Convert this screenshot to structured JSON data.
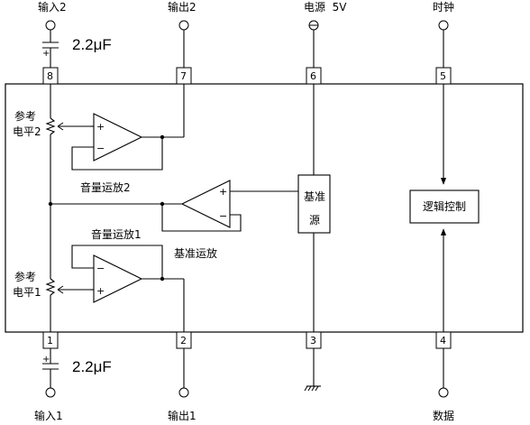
{
  "pins": {
    "p8": {
      "number": "8",
      "label": "输入2"
    },
    "p7": {
      "number": "7",
      "label": "输出2"
    },
    "p6": {
      "number": "6",
      "label": "电源  5V"
    },
    "p5": {
      "number": "5",
      "label": "时钟"
    },
    "p1": {
      "number": "1",
      "label": "输入1"
    },
    "p2": {
      "number": "2",
      "label": "输出1"
    },
    "p3": {
      "number": "3"
    },
    "p4": {
      "number": "4",
      "label": "数据"
    }
  },
  "capacitors": {
    "top": {
      "value": "2.2μF",
      "polarity": "+"
    },
    "bottom": {
      "value": "2.2μF",
      "polarity": "+"
    }
  },
  "ref_level_2": {
    "line1": "参考",
    "line2": "电平2"
  },
  "ref_level_1": {
    "line1": "参考",
    "line2": "电平1"
  },
  "blocks": {
    "volume_amp_2": "音量运放2",
    "volume_amp_1": "音量运放1",
    "ref_amp": "基准运放",
    "ref_source_line1": "基准",
    "ref_source_line2": "源",
    "logic_control": "逻辑控制"
  },
  "opamp_signs": {
    "plus": "+",
    "minus": "−"
  }
}
